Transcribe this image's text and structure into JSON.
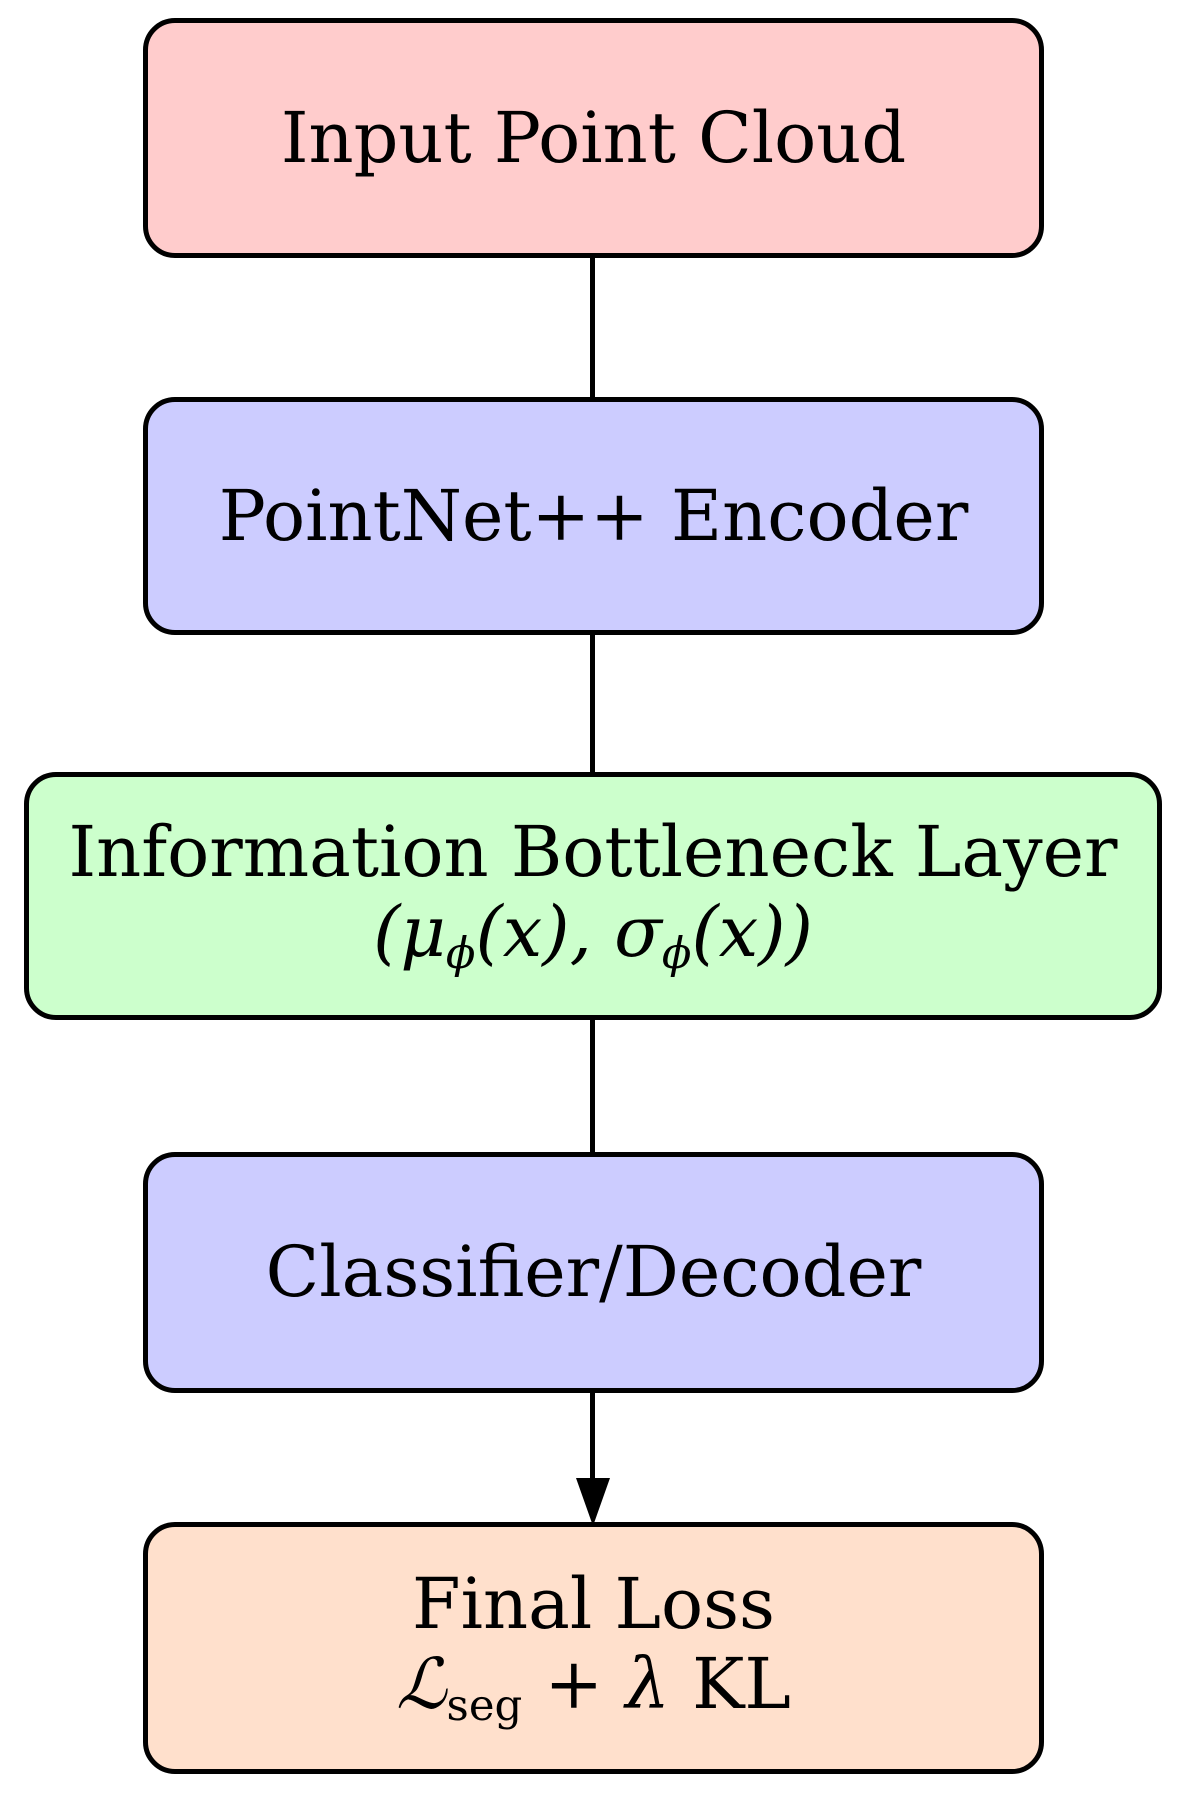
{
  "colors": {
    "input": "#ffcccc",
    "encoder": "#ccccff",
    "bottleneck": "#ccffcc",
    "classifier": "#ccccff",
    "loss": "#ffe0cc",
    "border": "#000000"
  },
  "nodes": {
    "input": {
      "label": "Input Point Cloud"
    },
    "encoder": {
      "label": "PointNet++ Encoder"
    },
    "bottleneck": {
      "label": "Information Bottleneck Layer",
      "formula": "(μϕ(x), σϕ(x))"
    },
    "classifier": {
      "label": "Classifier/Decoder"
    },
    "loss": {
      "label": "Final Loss",
      "formula": "Lseg + λ KL"
    }
  },
  "edges": [
    {
      "from": "input",
      "to": "encoder",
      "arrow": false
    },
    {
      "from": "encoder",
      "to": "bottleneck",
      "arrow": false
    },
    {
      "from": "bottleneck",
      "to": "classifier",
      "arrow": false
    },
    {
      "from": "classifier",
      "to": "loss",
      "arrow": true
    }
  ]
}
